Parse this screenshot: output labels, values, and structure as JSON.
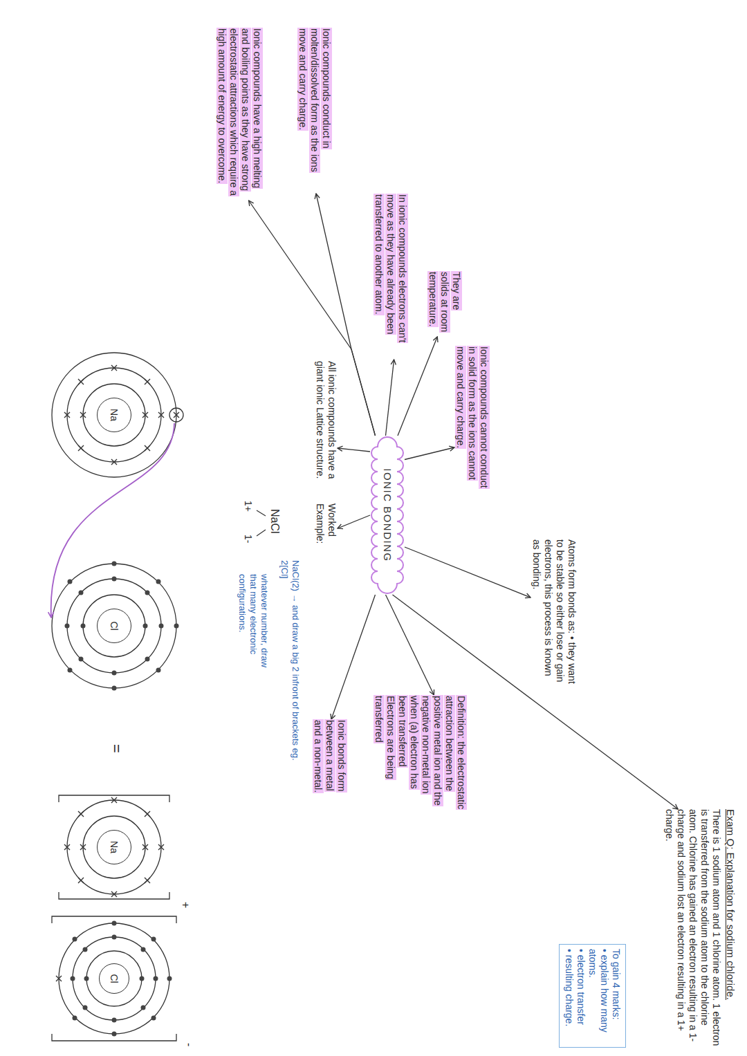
{
  "diagram": {
    "nodes": [
      {
        "text": [
          "IONIC BONDING"
        ]
      },
      {
        "text": [
          "Atoms form bonds as: • they want to be stable so either lose or gain electrons, this process is known as bonding."
        ]
      },
      {
        "text": [
          "Exam Q: Explanation for sodium chloride.",
          "There is 1 sodium atom and 1 chlorine atom. 1 electron is transferred from the sodium atom to the chlorine atom. Chlorine has gained an electron resulting in a 1- charge and sodium lost an electron resulting in a 1+ charge."
        ]
      },
      {
        "text": [
          "To gain 4 marks:",
          "• explain how many atoms.",
          "• electron transfer",
          "• resulting charge."
        ]
      },
      {
        "text": [
          "Definition: the electrostatic attraction between the positive metal ion and the negative non-metal ion when (a) electron has been transferred",
          "Electrons are being transferred"
        ]
      },
      {
        "text": [
          "Ionic bonds form between a metal and a non-metal."
        ]
      },
      {
        "text": [
          "Worked Example:"
        ]
      },
      {
        "text": [
          "Ionic compounds cannot conduct in solid form as the ions cannot move and carry charge."
        ]
      },
      {
        "text": [
          "They are solids at room temperature."
        ]
      },
      {
        "text": [
          "In ionic compounds electrons can't move as they have already been transferred to another atom."
        ]
      },
      {
        "text": [
          "Ionic compounds conduct in molten/dissolved form as the ions move and carry charge."
        ]
      },
      {
        "text": [
          "All ionic compounds have a giant ionic Lattice structure."
        ]
      },
      {
        "text": [
          "Ionic compounds have a high melting and boiling points as they have strong electrostatic attractions which require a high amount of energy to overcome."
        ]
      },
      {
        "text": [
          "Na"
        ]
      },
      {
        "text": [
          "Cl"
        ]
      },
      {
        "text": [
          "Na"
        ]
      },
      {
        "text": [
          "Cl"
        ]
      }
    ],
    "edges": [
      {
        "from": 0,
        "to": 1,
        "arrow": "to"
      },
      {
        "from": 0,
        "to": 2,
        "arrow": "to"
      },
      {
        "from": 0,
        "to": 4,
        "arrow": "to"
      },
      {
        "from": 0,
        "to": 5,
        "arrow": "to"
      },
      {
        "from": 0,
        "to": 6,
        "arrow": "to"
      },
      {
        "from": 0,
        "to": 7,
        "arrow": "to"
      },
      {
        "from": 0,
        "to": 8,
        "arrow": "to"
      },
      {
        "from": 0,
        "to": 9,
        "arrow": "to"
      },
      {
        "from": 0,
        "to": 10,
        "arrow": "to"
      },
      {
        "from": 0,
        "to": 11,
        "arrow": "to"
      },
      {
        "from": 0,
        "to": 12,
        "arrow": "to"
      }
    ],
    "labels": [
      "NaCl",
      "1+",
      "1-",
      "NaCl(2) → and draw a big 2 infront of brackets eg. 2[Cl]",
      "whatever number, draw that many electronic configurations.",
      "=",
      "+",
      "-"
    ]
  }
}
